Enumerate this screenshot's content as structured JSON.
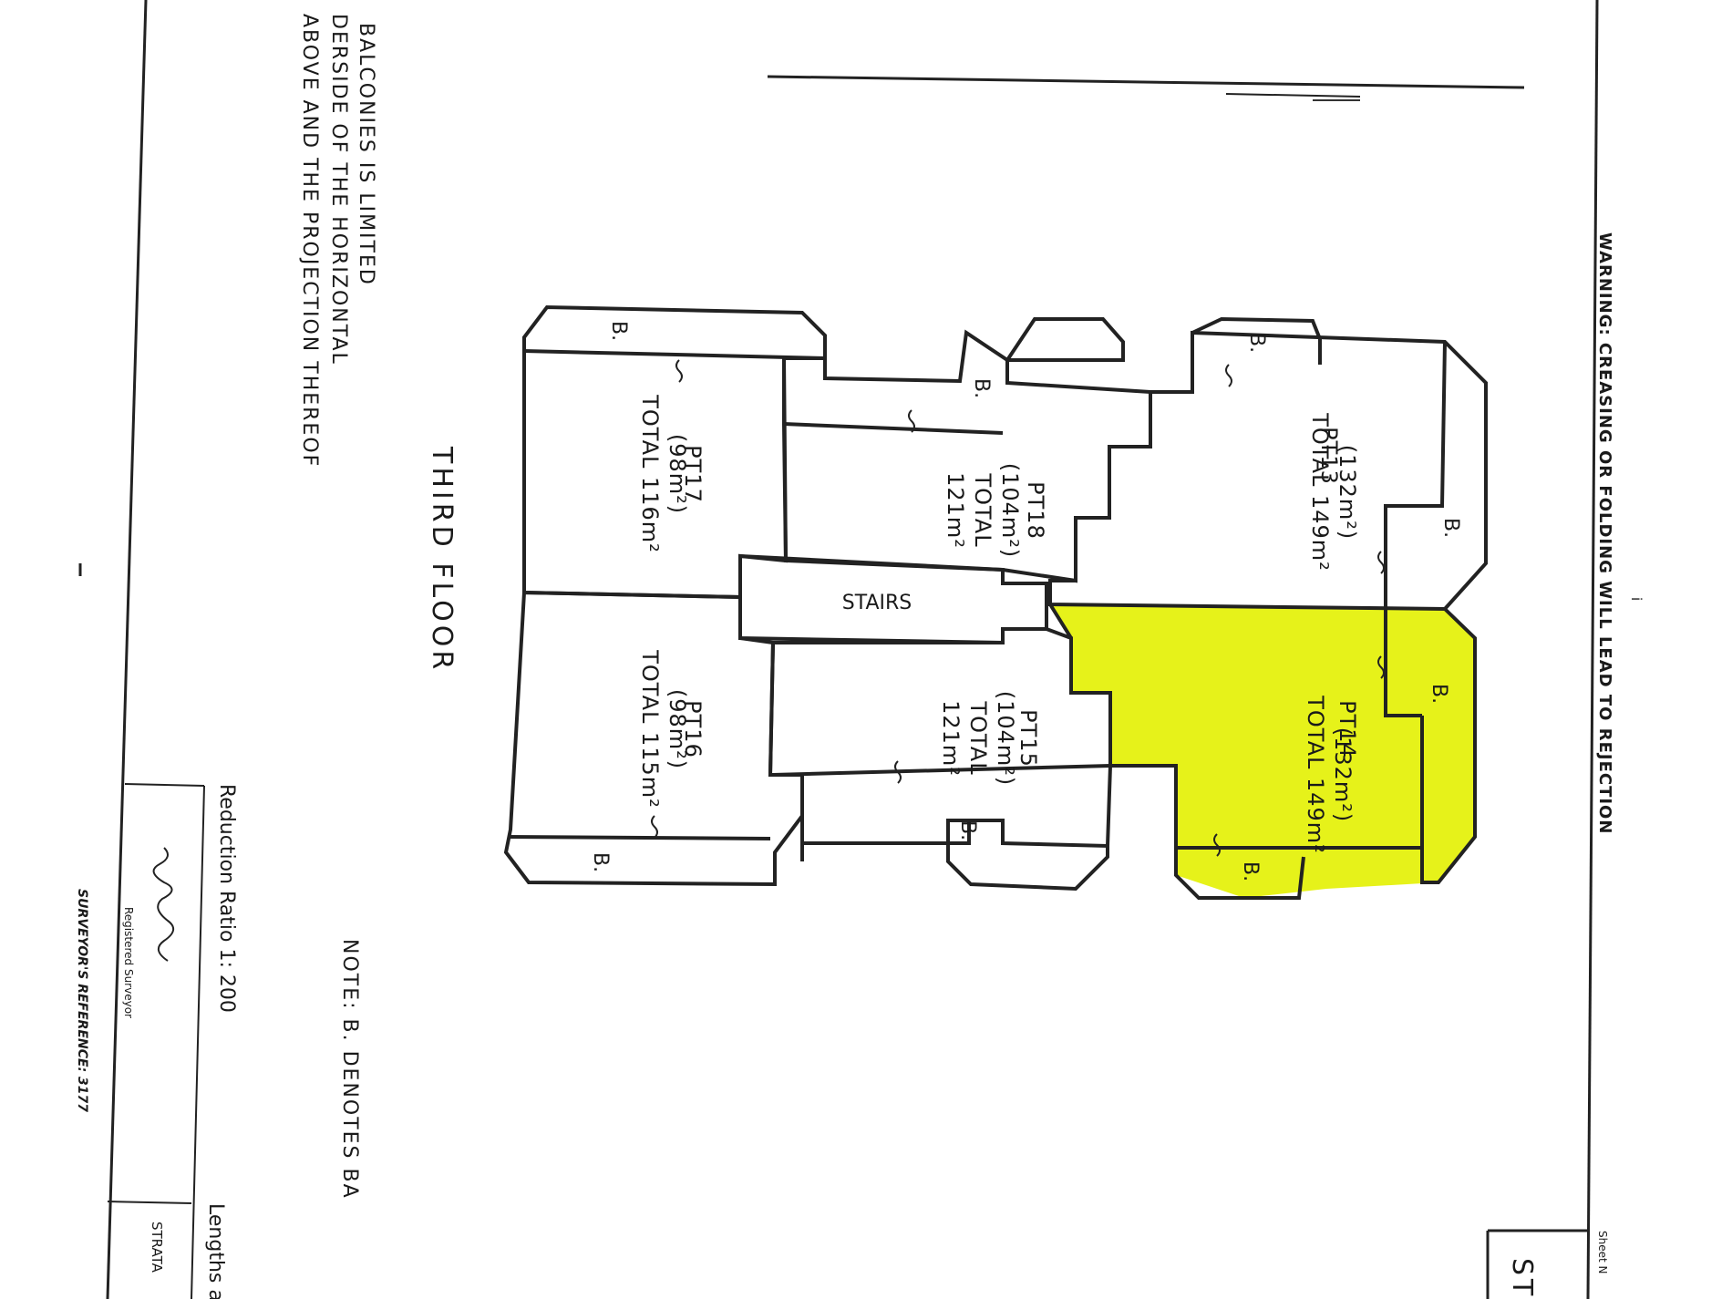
{
  "warning": "WARNING: CREASING OR FOLDING WILL LEAD TO REJECTION",
  "floor_title": "THIRD FLOOR",
  "stairs_label": "STAIRS",
  "balcony_mark": "B.",
  "note_lines": [
    "NOTE: B. DENOTES BA",
    "BALCONIES IS LIMITED",
    "DERSIDE OF THE HORIZONTAL",
    "ABOVE AND THE PROJECTION THEREOF"
  ],
  "units": {
    "pt13": {
      "name": "PT13",
      "internal": "(132m²)",
      "total": "TOTAL 149m²"
    },
    "pt14": {
      "name": "PT14",
      "internal": "(132m²)",
      "total": "TOTAL 149m²",
      "highlight": "#e6f21a"
    },
    "pt15": {
      "name": "PT15",
      "internal": "(104m²)",
      "total_a": "TOTAL",
      "total_b": "121m²"
    },
    "pt16": {
      "name": "PT16",
      "internal": "(98m²)",
      "total": "TOTAL 115m²"
    },
    "pt17": {
      "name": "PT17",
      "internal": "(98m²)",
      "total": "TOTAL 116m²"
    },
    "pt18": {
      "name": "PT18",
      "internal": "(104m²)",
      "total_a": "TOTAL",
      "total_b": "121m²"
    }
  },
  "reduction_ratio": "Reduction Ratio 1: 200",
  "registered_surveyor": "Registered Surveyor",
  "surveyors_reference": "SURVEYOR'S REFERENCE: 3177",
  "lengths_label": "Lengths a",
  "strata_label": "STRATA",
  "sheet_label": "Sheet N",
  "sheet_box_text": "ST"
}
